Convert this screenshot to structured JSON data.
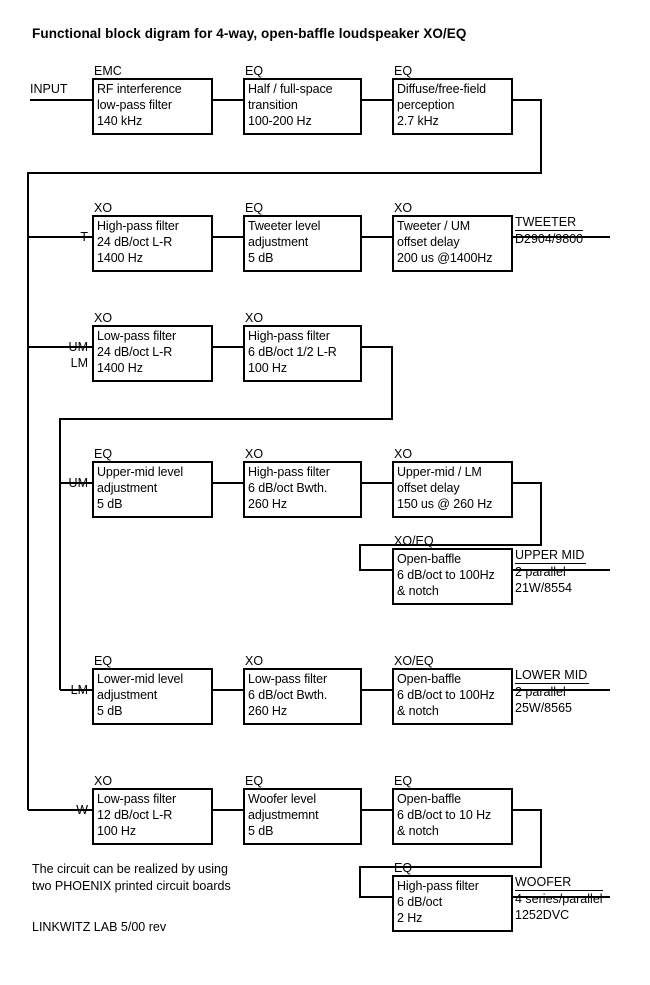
{
  "title": "Functional block digram for 4-way, open-baffle loudspeaker XO/EQ",
  "input_label": "INPUT",
  "taps": {
    "tweeter": "T",
    "um_upper": "UM",
    "um_lower": "LM",
    "upper_mid": "UM",
    "lower_mid": "LM",
    "woofer": "W"
  },
  "blocks": {
    "emc_rf": {
      "caption": "EMC",
      "lines": [
        "RF interference",
        "low-pass filter",
        "140 kHz"
      ]
    },
    "eq_halfspace": {
      "caption": "EQ",
      "lines": [
        "Half / full-space",
        "transition",
        "100-200 Hz"
      ]
    },
    "eq_diffuse": {
      "caption": "EQ",
      "lines": [
        "Diffuse/free-field",
        "perception",
        "2.7 kHz"
      ]
    },
    "xo_tw_hp": {
      "caption": "XO",
      "lines": [
        "High-pass filter",
        "24 dB/oct L-R",
        "1400 Hz"
      ]
    },
    "eq_tw_level": {
      "caption": "EQ",
      "lines": [
        "Tweeter level",
        "adjustment",
        "5 dB"
      ]
    },
    "xo_tw_delay": {
      "caption": "XO",
      "lines": [
        "Tweeter / UM",
        "offset delay",
        "200 us @1400Hz"
      ]
    },
    "xo_mid_lp": {
      "caption": "XO",
      "lines": [
        "Low-pass filter",
        "24 dB/oct L-R",
        "1400 Hz"
      ]
    },
    "xo_mid_hp": {
      "caption": "XO",
      "lines": [
        "High-pass filter",
        "6 dB/oct 1/2 L-R",
        "100 Hz"
      ]
    },
    "eq_um_level": {
      "caption": "EQ",
      "lines": [
        "Upper-mid level",
        "adjustment",
        "5 dB"
      ]
    },
    "xo_um_hp": {
      "caption": "XO",
      "lines": [
        "High-pass filter",
        "6 dB/oct Bwth.",
        "260 Hz"
      ]
    },
    "xo_um_delay": {
      "caption": "XO",
      "lines": [
        "Upper-mid / LM",
        "offset delay",
        "150 us @ 260 Hz"
      ]
    },
    "xoeq_um_baffle": {
      "caption": "XO/EQ",
      "lines": [
        "Open-baffle",
        "6 dB/oct to 100Hz",
        "& notch"
      ]
    },
    "eq_lm_level": {
      "caption": "EQ",
      "lines": [
        "Lower-mid level",
        "adjustment",
        "5 dB"
      ]
    },
    "xo_lm_lp": {
      "caption": "XO",
      "lines": [
        "Low-pass filter",
        "6 dB/oct Bwth.",
        "260 Hz"
      ]
    },
    "xoeq_lm_baffle": {
      "caption": "XO/EQ",
      "lines": [
        "Open-baffle",
        "6 dB/oct to 100Hz",
        "& notch"
      ]
    },
    "xo_w_lp": {
      "caption": "XO",
      "lines": [
        "Low-pass filter",
        "12 dB/oct L-R",
        "100 Hz"
      ]
    },
    "eq_w_level": {
      "caption": "EQ",
      "lines": [
        "Woofer level",
        "adjustmemnt",
        "5 dB"
      ]
    },
    "eq_w_baffle": {
      "caption": "EQ",
      "lines": [
        "Open-baffle",
        "6 dB/oct to 10 Hz",
        "& notch"
      ]
    },
    "eq_w_hp": {
      "caption": "EQ",
      "lines": [
        "High-pass filter",
        "6 dB/oct",
        "2 Hz"
      ]
    }
  },
  "drivers": {
    "tweeter": {
      "name": "TWEETER",
      "lines": [
        "D2904/9800"
      ]
    },
    "upper_mid": {
      "name": "UPPER MID",
      "lines": [
        "2 parallel",
        "21W/8554"
      ]
    },
    "lower_mid": {
      "name": "LOWER MID",
      "lines": [
        "2 parallel",
        "25W/8565"
      ]
    },
    "woofer": {
      "name": "WOOFER",
      "lines": [
        "4 series/parallel",
        "1252DVC"
      ]
    }
  },
  "notes": {
    "circuit_line1": "The circuit can be realized by using",
    "circuit_line2": "two PHOENIX printed circuit boards",
    "credit": "LINKWITZ LAB   5/00 rev"
  },
  "colors": {
    "ink": "#000000",
    "paper": "#ffffff"
  }
}
